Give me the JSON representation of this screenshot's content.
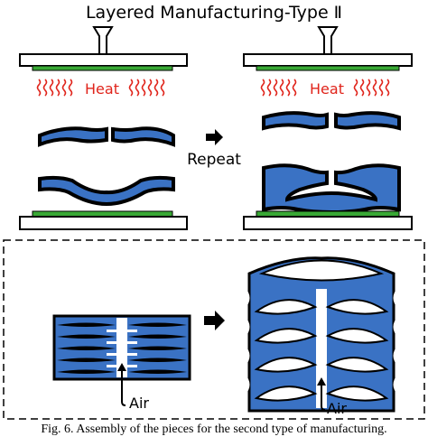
{
  "title": "Layered Manufacturing-Type Ⅱ",
  "heat_label": "Heat",
  "repeat_label": "Repeat",
  "air_label": "Air",
  "caption": "Fig. 6.  Assembly of the pieces for the second type of manufacturing.",
  "colors": {
    "piece_fill": "#3a72c4",
    "outline": "#000000",
    "heater": "#39a935",
    "heat_waves": "#e0241b",
    "background": "#ffffff"
  },
  "icons": [
    "press-icon",
    "heat-wave-icon",
    "right-arrow-icon",
    "up-arrow-icon"
  ]
}
